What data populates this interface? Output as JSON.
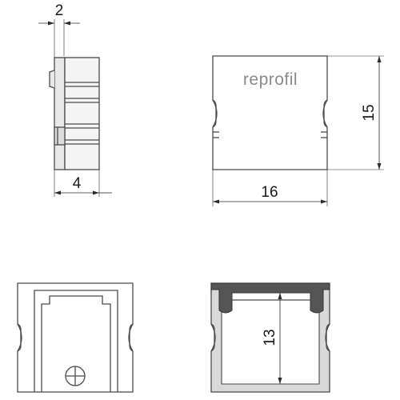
{
  "drawing": {
    "side_view": {
      "dim_top": "2",
      "dim_bottom": "4"
    },
    "front_view": {
      "logo_text": "reprofil",
      "dim_width": "16",
      "dim_height": "15"
    },
    "cap_section": {},
    "profile_section": {
      "dim_inner_height": "13"
    },
    "colors": {
      "line": "#4a4a4a",
      "fill_light": "#e6e6e6",
      "fill_dark": "#555555",
      "profile_fill": "#d9d9d9"
    }
  }
}
